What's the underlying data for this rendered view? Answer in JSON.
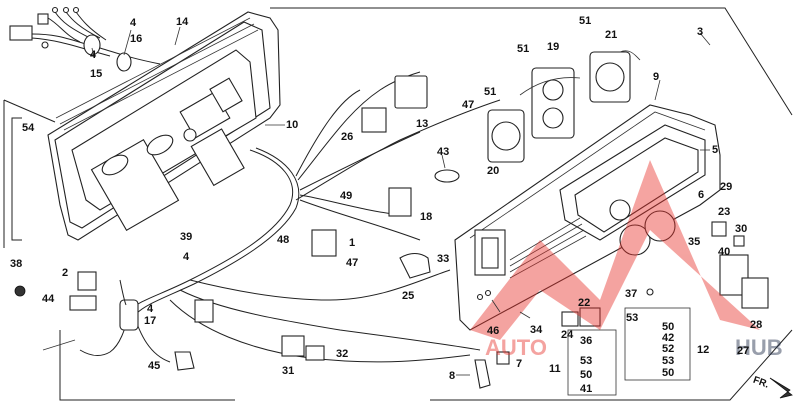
{
  "callouts": [
    {
      "id": "c-14",
      "text": "14"
    },
    {
      "id": "c-4a",
      "text": "4"
    },
    {
      "id": "c-16",
      "text": "16"
    },
    {
      "id": "c-4b",
      "text": "4"
    },
    {
      "id": "c-15",
      "text": "15"
    },
    {
      "id": "c-54",
      "text": "54"
    },
    {
      "id": "c-10",
      "text": "10"
    },
    {
      "id": "c-3",
      "text": "3"
    },
    {
      "id": "c-51a",
      "text": "51"
    },
    {
      "id": "c-51b",
      "text": "51"
    },
    {
      "id": "c-51c",
      "text": "51"
    },
    {
      "id": "c-19",
      "text": "19"
    },
    {
      "id": "c-21",
      "text": "21"
    },
    {
      "id": "c-9",
      "text": "9"
    },
    {
      "id": "c-13",
      "text": "13"
    },
    {
      "id": "c-26",
      "text": "26"
    },
    {
      "id": "c-47a",
      "text": "47"
    },
    {
      "id": "c-43",
      "text": "43"
    },
    {
      "id": "c-20",
      "text": "20"
    },
    {
      "id": "c-5",
      "text": "5"
    },
    {
      "id": "c-49",
      "text": "49"
    },
    {
      "id": "c-18",
      "text": "18"
    },
    {
      "id": "c-6",
      "text": "6"
    },
    {
      "id": "c-29",
      "text": "29"
    },
    {
      "id": "c-23",
      "text": "23"
    },
    {
      "id": "c-30",
      "text": "30"
    },
    {
      "id": "c-39",
      "text": "39"
    },
    {
      "id": "c-48",
      "text": "48"
    },
    {
      "id": "c-1",
      "text": "1"
    },
    {
      "id": "c-35",
      "text": "35"
    },
    {
      "id": "c-40",
      "text": "40"
    },
    {
      "id": "c-38",
      "text": "38"
    },
    {
      "id": "c-4c",
      "text": "4"
    },
    {
      "id": "c-47b",
      "text": "47"
    },
    {
      "id": "c-33",
      "text": "33"
    },
    {
      "id": "c-2",
      "text": "2"
    },
    {
      "id": "c-44",
      "text": "44"
    },
    {
      "id": "c-25",
      "text": "25"
    },
    {
      "id": "c-4d",
      "text": "4"
    },
    {
      "id": "c-17",
      "text": "17"
    },
    {
      "id": "c-37",
      "text": "37"
    },
    {
      "id": "c-22",
      "text": "22"
    },
    {
      "id": "c-53a",
      "text": "53"
    },
    {
      "id": "c-50a",
      "text": "50"
    },
    {
      "id": "c-28",
      "text": "28"
    },
    {
      "id": "c-46",
      "text": "46"
    },
    {
      "id": "c-34",
      "text": "34"
    },
    {
      "id": "c-24",
      "text": "24"
    },
    {
      "id": "c-42",
      "text": "42"
    },
    {
      "id": "c-52",
      "text": "52"
    },
    {
      "id": "c-12",
      "text": "12"
    },
    {
      "id": "c-27",
      "text": "27"
    },
    {
      "id": "c-36",
      "text": "36"
    },
    {
      "id": "c-11",
      "text": "11"
    },
    {
      "id": "c-53b",
      "text": "53"
    },
    {
      "id": "c-50b",
      "text": "50"
    },
    {
      "id": "c-41",
      "text": "41"
    },
    {
      "id": "c-53c",
      "text": "53"
    },
    {
      "id": "c-50c",
      "text": "50"
    },
    {
      "id": "c-45",
      "text": "45"
    },
    {
      "id": "c-31",
      "text": "31"
    },
    {
      "id": "c-32",
      "text": "32"
    },
    {
      "id": "c-8",
      "text": "8"
    },
    {
      "id": "c-7",
      "text": "7"
    }
  ],
  "direction_marker": {
    "text": "FR."
  },
  "watermark": {
    "left_text": "AUTO",
    "right_text": "HUB",
    "accent_color": "#e8352f",
    "text_color": "#1c2a47"
  }
}
